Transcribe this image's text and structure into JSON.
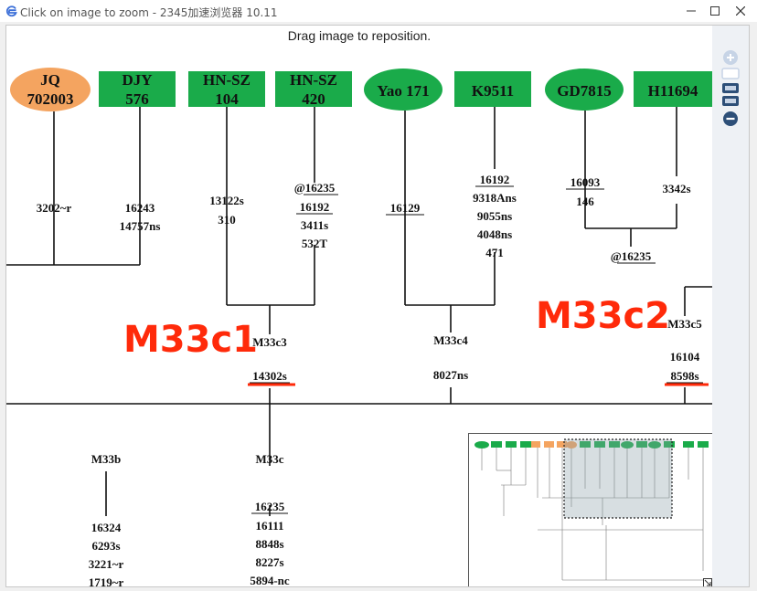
{
  "window": {
    "title": "Click on image to zoom - 2345加速浏览器 10.11",
    "icons": {
      "app": "browser-e-icon",
      "minimize": "minimize-icon",
      "maximize": "maximize-icon",
      "close": "close-icon"
    }
  },
  "viewer": {
    "notice": "Drag image to reposition.",
    "zoom_icons": [
      "zoom-in-icon",
      "zoom-fit-icon",
      "zoom-fill-icon",
      "zoom-out-icon"
    ]
  },
  "tree": {
    "top_nodes": [
      {
        "line1": "JQ",
        "line2": "702003",
        "shape": "oval",
        "color": "#f4a460"
      },
      {
        "line1": "DJY",
        "line2": "576",
        "shape": "rect",
        "color": "#1aab4a"
      },
      {
        "line1": "HN-SZ",
        "line2": "104",
        "shape": "rect",
        "color": "#1aab4a"
      },
      {
        "line1": "HN-SZ",
        "line2": "420",
        "shape": "rect",
        "color": "#1aab4a"
      },
      {
        "line1": "Yao 171",
        "shape": "oval",
        "color": "#1aab4a"
      },
      {
        "line1": "K9511",
        "shape": "rect",
        "color": "#1aab4a"
      },
      {
        "line1": "GD7815",
        "shape": "oval",
        "color": "#1aab4a"
      },
      {
        "line1": "H11694",
        "shape": "rect",
        "color": "#1aab4a"
      }
    ],
    "branch_mutations": [
      {
        "lines": [
          "3202~r"
        ]
      },
      {
        "lines": [
          "16243",
          "14757ns"
        ]
      },
      {
        "lines": [
          "13122s",
          "310"
        ]
      },
      {
        "lines": [
          "@16235",
          "16192",
          "3411s",
          "532T"
        ]
      },
      {
        "lines": [
          "16129"
        ]
      },
      {
        "lines": [
          "16192",
          "9318Ans",
          "9055ns",
          "4048ns",
          "471"
        ]
      },
      {
        "lines": [
          "16093",
          "146"
        ]
      },
      {
        "lines": [
          "3342s"
        ]
      }
    ],
    "gd_merge": "@16235",
    "clades": [
      {
        "name": "M33c3",
        "lines": [
          "14302s"
        ]
      },
      {
        "name": "M33c4",
        "lines": [
          "8027ns"
        ]
      },
      {
        "name": "M33c5",
        "lines": [
          "16104",
          "8598s"
        ]
      }
    ],
    "highlights": {
      "c1": "M33c1",
      "c2": "M33c2"
    },
    "lower": {
      "m33b": {
        "name": "M33b",
        "lines": [
          "16324",
          "6293s",
          "3221~r",
          "1719~r"
        ]
      },
      "m33c": {
        "name": "M33c",
        "lines": [
          "16235",
          "16111",
          "8848s",
          "8227s",
          "5894-nc"
        ]
      }
    },
    "colors": {
      "red": "#ff2a0a",
      "green": "#1aab4a",
      "orange": "#f4a460"
    }
  }
}
